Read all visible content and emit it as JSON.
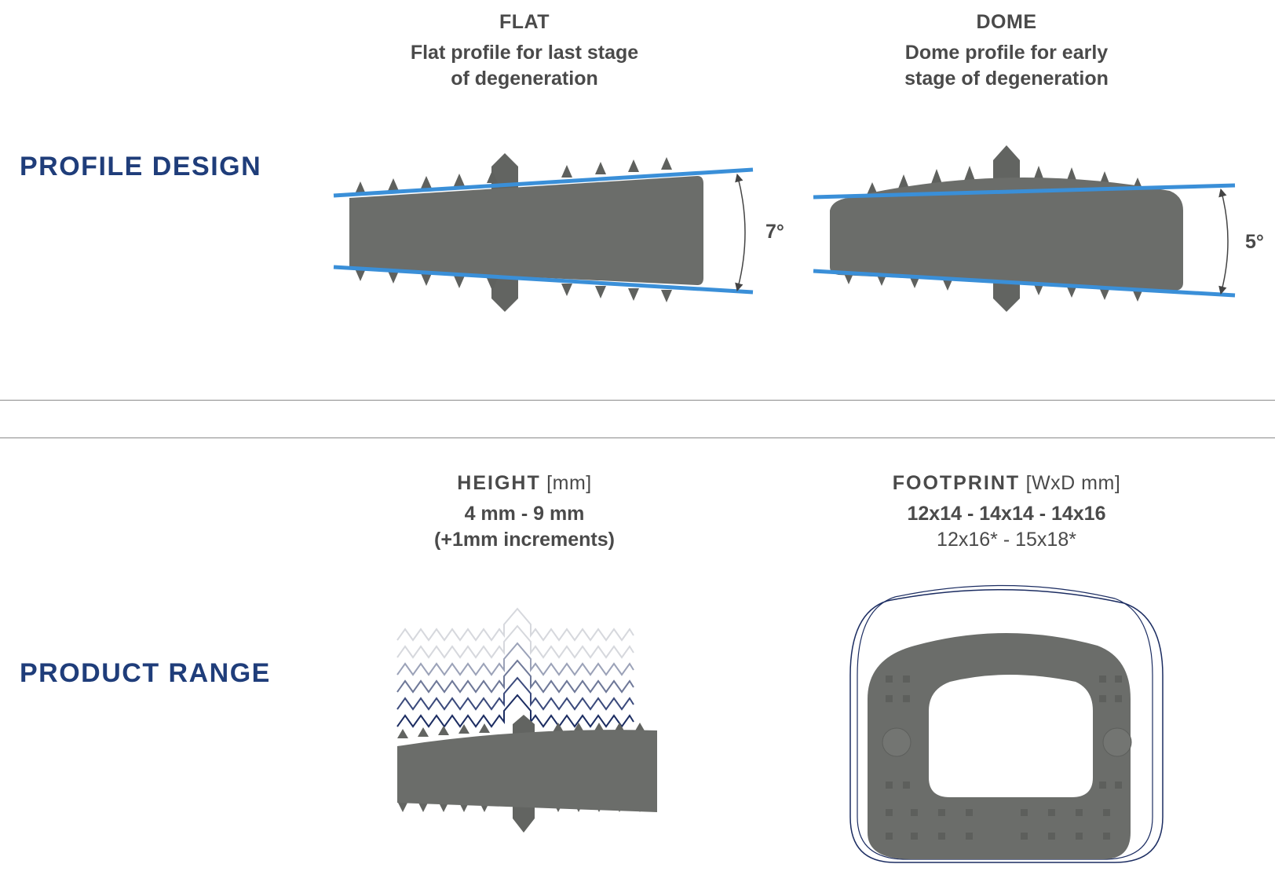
{
  "profile_design": {
    "section_title": "PROFILE DESIGN",
    "flat": {
      "title": "FLAT",
      "line1": "Flat profile for last stage",
      "line2": "of degeneration",
      "angle": "7°"
    },
    "dome": {
      "title": "DOME",
      "line1": "Dome profile for early",
      "line2": "stage of degeneration",
      "angle": "5°"
    }
  },
  "product_range": {
    "section_title": "PRODUCT RANGE",
    "height": {
      "title": "HEIGHT",
      "unit": "[mm]",
      "value": "4 mm - 9 mm",
      "note": "(+1mm increments)"
    },
    "footprint": {
      "title": "FOOTPRINT",
      "unit": "[WxD mm]",
      "value": "12x14 - 14x14 - 14x16",
      "note": "12x16* - 15x18*"
    }
  },
  "colors": {
    "navy": "#1f3d7a",
    "blue_line": "#3a8fd8",
    "implant": "#6b6d6a"
  }
}
